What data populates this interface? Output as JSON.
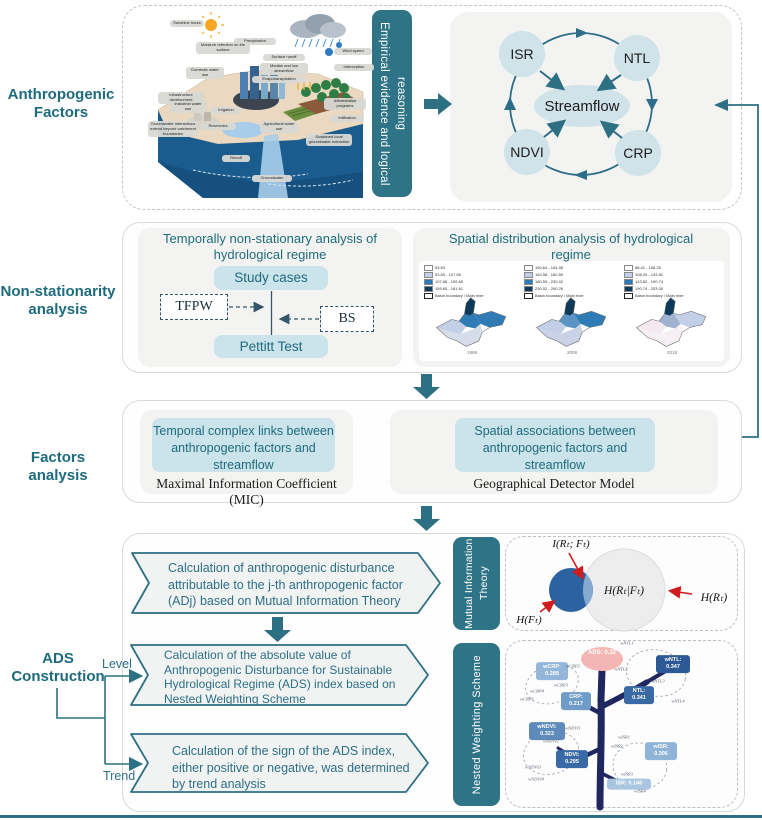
{
  "colors": {
    "teal": "#2d7084",
    "teal_text": "#1e6b7d",
    "light_blue": "#cbe3ea",
    "navy": "#20265e",
    "pink": "#f3b6b4",
    "red": "#cf1d1d",
    "node_blue": "#cfe3e9",
    "map_palette": [
      "#ffffff",
      "#c3cfe6",
      "#2e7bb5",
      "#0e3a5a"
    ]
  },
  "left_labels": {
    "anthropogenic": "Anthropogenic Factors",
    "nonstationarity": "Non-stationarity analysis",
    "factors": "Factors analysis",
    "ads": "ADS Construction"
  },
  "panel1": {
    "bar_label": "Empirical evidence and logical reasoning",
    "watershed_labels": [
      "Sunshine hours",
      "Precipitation",
      "Moisture retention on the surface",
      "Wind speed",
      "Surface runoff",
      "Median and low streamflow",
      "Interception",
      "Evapotranspiration",
      "Domestic water use",
      "Infrastructure development",
      "Industrial water use",
      "Irrigation",
      "Reservoirs",
      "Agricultural water use",
      "Afforestation programs",
      "Infiltration",
      "Sustained local groundwater extraction",
      "Groundwater interactions extend beyond catchment boundaries",
      "Runoff",
      "Groundwater"
    ],
    "network": {
      "center": "Streamflow",
      "nodes": [
        "ISR",
        "NTL",
        "NDVI",
        "CRP"
      ]
    }
  },
  "panel2": {
    "temporal": {
      "title": "Temporally non-stationary analysis of hydrological regime",
      "study_cases": "Study cases",
      "tfpw": "TFPW",
      "bs": "BS",
      "pettitt": "Pettitt Test"
    },
    "spatial": {
      "title": "Spatial distribution analysis of hydrological regime",
      "maps": [
        {
          "year": "1998",
          "legend": [
            "53.83",
            "53.83 - 107.66",
            "107.66 - 159.65",
            "159.65 - 181.61",
            "Basin boundary / Main river"
          ]
        },
        {
          "year": "2008",
          "legend": [
            "150.64 - 164.58",
            "164.58 - 180.59",
            "180.59 - 230.02",
            "230.02 - 290.26",
            "Basin boundary / Main river"
          ]
        },
        {
          "year": "2018",
          "legend": [
            "88.41 - 108.25",
            "108.25 - 143.82",
            "143.82 - 190.74",
            "190.74 - 253.05",
            "Basin boundary / Main river"
          ]
        }
      ]
    }
  },
  "panel3": {
    "left": {
      "box": "Temporal complex links between anthropogenic factors and streamflow",
      "method": "Maximal Information Coefficient (MIC)"
    },
    "right": {
      "box": "Spatial associations between anthropogenic factors and streamflow",
      "method": "Geographical Detector Model"
    }
  },
  "panel4": {
    "level": "Level",
    "trend": "Trend",
    "steps": [
      "Calculation of anthropogenic disturbance attributable to the j-th anthropogenic factor (ADj) based on Mutual Information Theory",
      "Calculation of the absolute value of Anthropogenic Disturbance for Sustainable Hydrological Regime (ADS) index based on Nested Weighting Scheme",
      "Calculation of the sign of the ADS index, either positive or negative, was determined by trend analysis"
    ],
    "mutual": {
      "bar": "Mutual Information Theory",
      "mi_label": "I(Rₜ; Fₜ)",
      "cond_label": "H(Rₜ|Fₜ)",
      "hf_label": "H(Fₜ)",
      "hr_label": "H(Rₜ)"
    },
    "nested": {
      "bar": "Nested Weighting Scheme",
      "root": "ADS: 0.32",
      "boxes": {
        "wcrp": "wCRP: 0.289",
        "crp": "CRP: 0.217",
        "ntl": "NTL: 0.341",
        "wntl": "wNTL: 0.347",
        "wndvi": "wNDVI: 0.323",
        "ndvi": "NDVI: 0.295",
        "isr": "ISR: 0.146",
        "wisr": "wISR: 0.306"
      },
      "weights": [
        "wNTL1",
        "wNTL2",
        "wNTL3",
        "wNTL4",
        "wCRP1",
        "wCRP2",
        "wCRP3",
        "wCRP4",
        "wNDVI1",
        "wNDVI2",
        "wNDVI3",
        "wNDVI4",
        "wISR1",
        "wISR2",
        "wISR3",
        "wISR4"
      ]
    }
  }
}
